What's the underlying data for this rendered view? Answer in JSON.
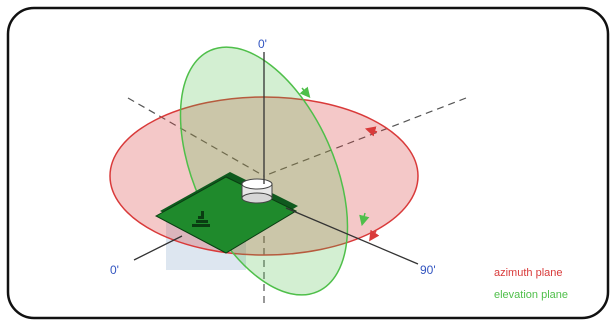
{
  "labels": {
    "axis_top": "0'",
    "axis_left": "0'",
    "axis_right": "90'"
  },
  "legend": {
    "azimuth": "azimuth plane",
    "elevation": "elevation plane"
  },
  "colors": {
    "azimuth": "#d93a3a",
    "elevation": "#4fbf4a",
    "axis_label": "#3355c0",
    "board": "#1f8a2c",
    "frame": "#111111"
  }
}
